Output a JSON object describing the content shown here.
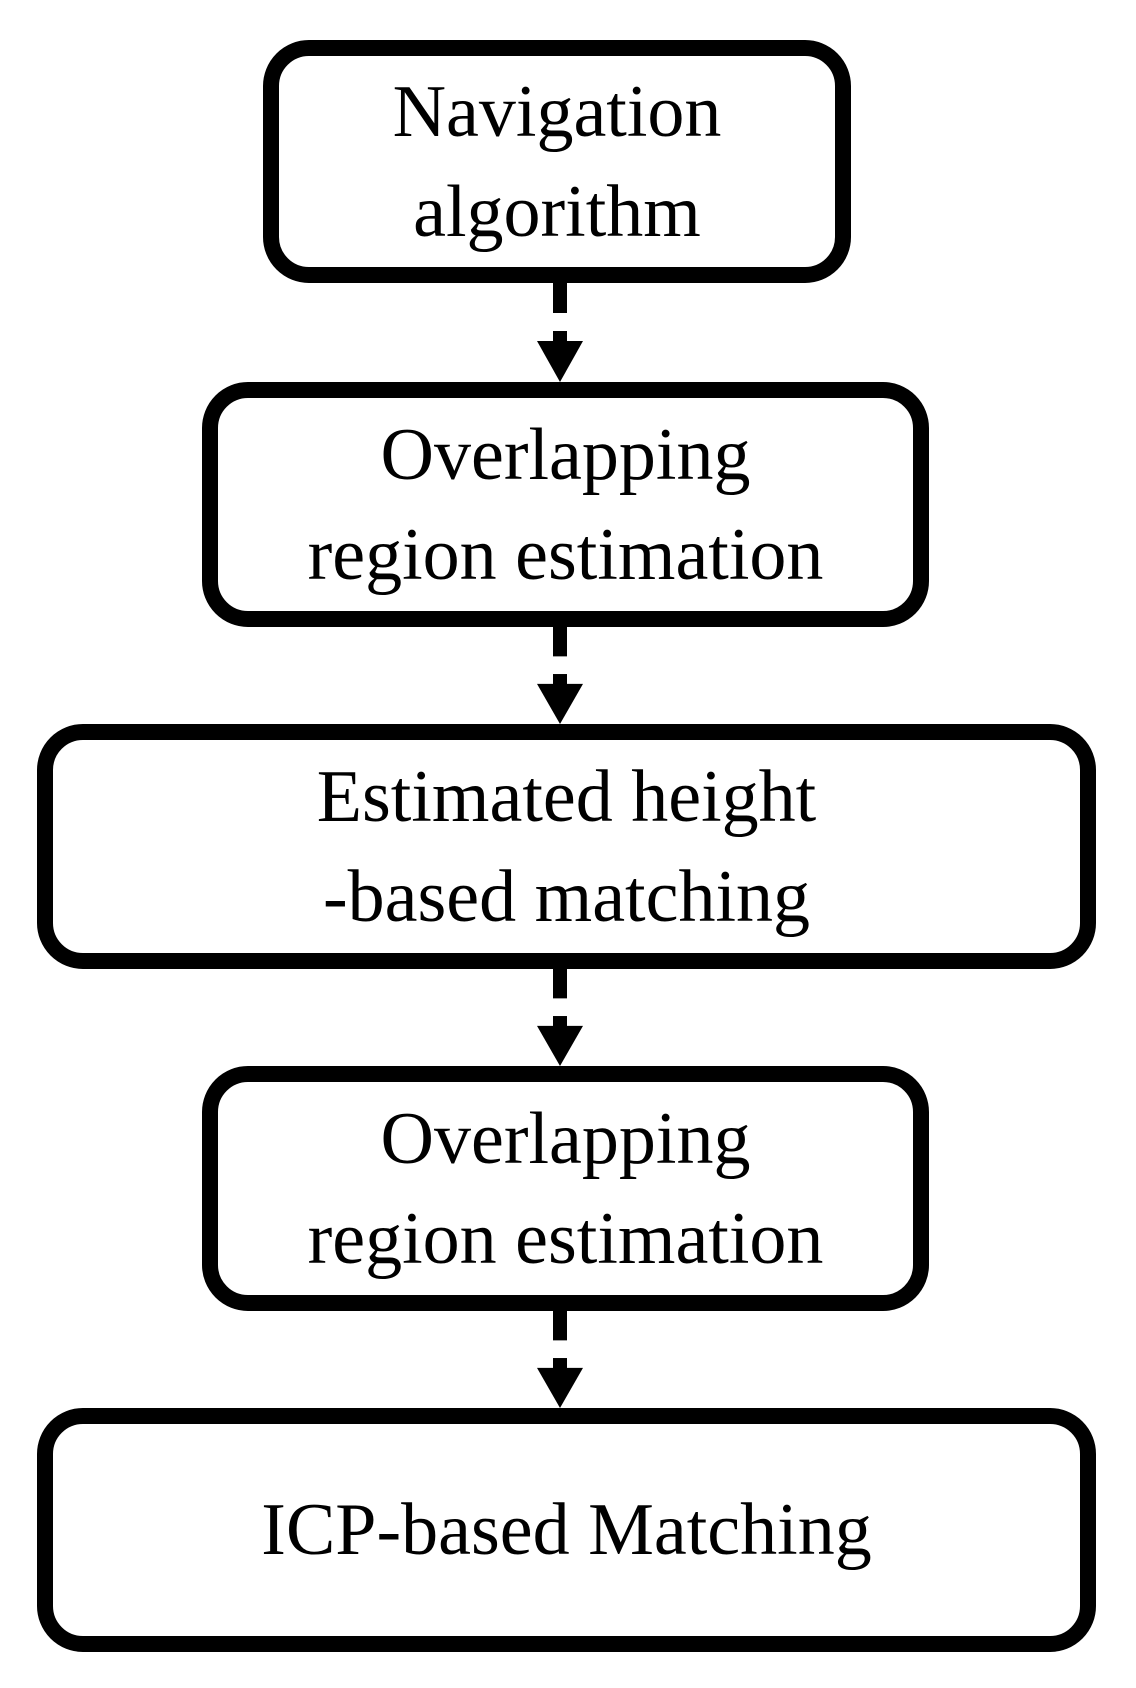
{
  "figure": {
    "type": "flowchart",
    "background_color": "#ffffff",
    "stroke_color": "#000000",
    "text_color": "#000000",
    "steps": [
      {
        "id": "navigation-algorithm",
        "lines": [
          "Navigation",
          "algorithm"
        ]
      },
      {
        "id": "overlapping-region-estimation-1",
        "lines": [
          "Overlapping",
          "region estimation"
        ]
      },
      {
        "id": "estimated-height-based-matching",
        "lines": [
          "Estimated height",
          "-based matching"
        ]
      },
      {
        "id": "overlapping-region-estimation-2",
        "lines": [
          "Overlapping",
          "region estimation"
        ]
      },
      {
        "id": "icp-based-matching",
        "lines": [
          "ICP-based Matching"
        ]
      }
    ],
    "connections": [
      {
        "from": "navigation-algorithm",
        "to": "overlapping-region-estimation-1",
        "style": "dashed-arrow-down"
      },
      {
        "from": "overlapping-region-estimation-1",
        "to": "estimated-height-based-matching",
        "style": "dashed-arrow-down"
      },
      {
        "from": "estimated-height-based-matching",
        "to": "overlapping-region-estimation-2",
        "style": "dashed-arrow-down"
      },
      {
        "from": "overlapping-region-estimation-2",
        "to": "icp-based-matching",
        "style": "dashed-arrow-down"
      }
    ]
  }
}
